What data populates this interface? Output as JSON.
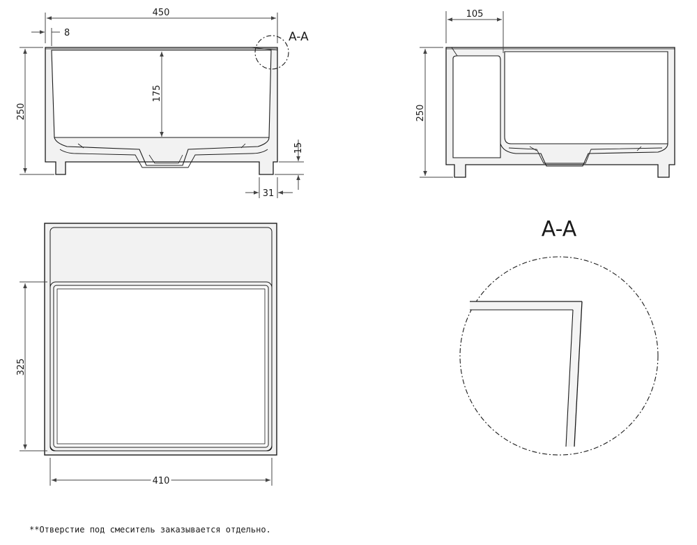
{
  "dimensions": {
    "front_width": "450",
    "front_wall": "8",
    "front_height": "250",
    "inner_depth": "175",
    "base_height": "15",
    "foot_width": "31",
    "side_top_offset": "105",
    "side_height": "250",
    "plan_inner_length": "325",
    "plan_inner_width": "410"
  },
  "labels": {
    "section_marker": "A-A",
    "section_title": "A-A"
  },
  "footnote": "**Отверстие под смеситель заказывается отдельно.",
  "colors": {
    "line": "#1a1a1a",
    "body_fill": "#f2f2f2"
  }
}
